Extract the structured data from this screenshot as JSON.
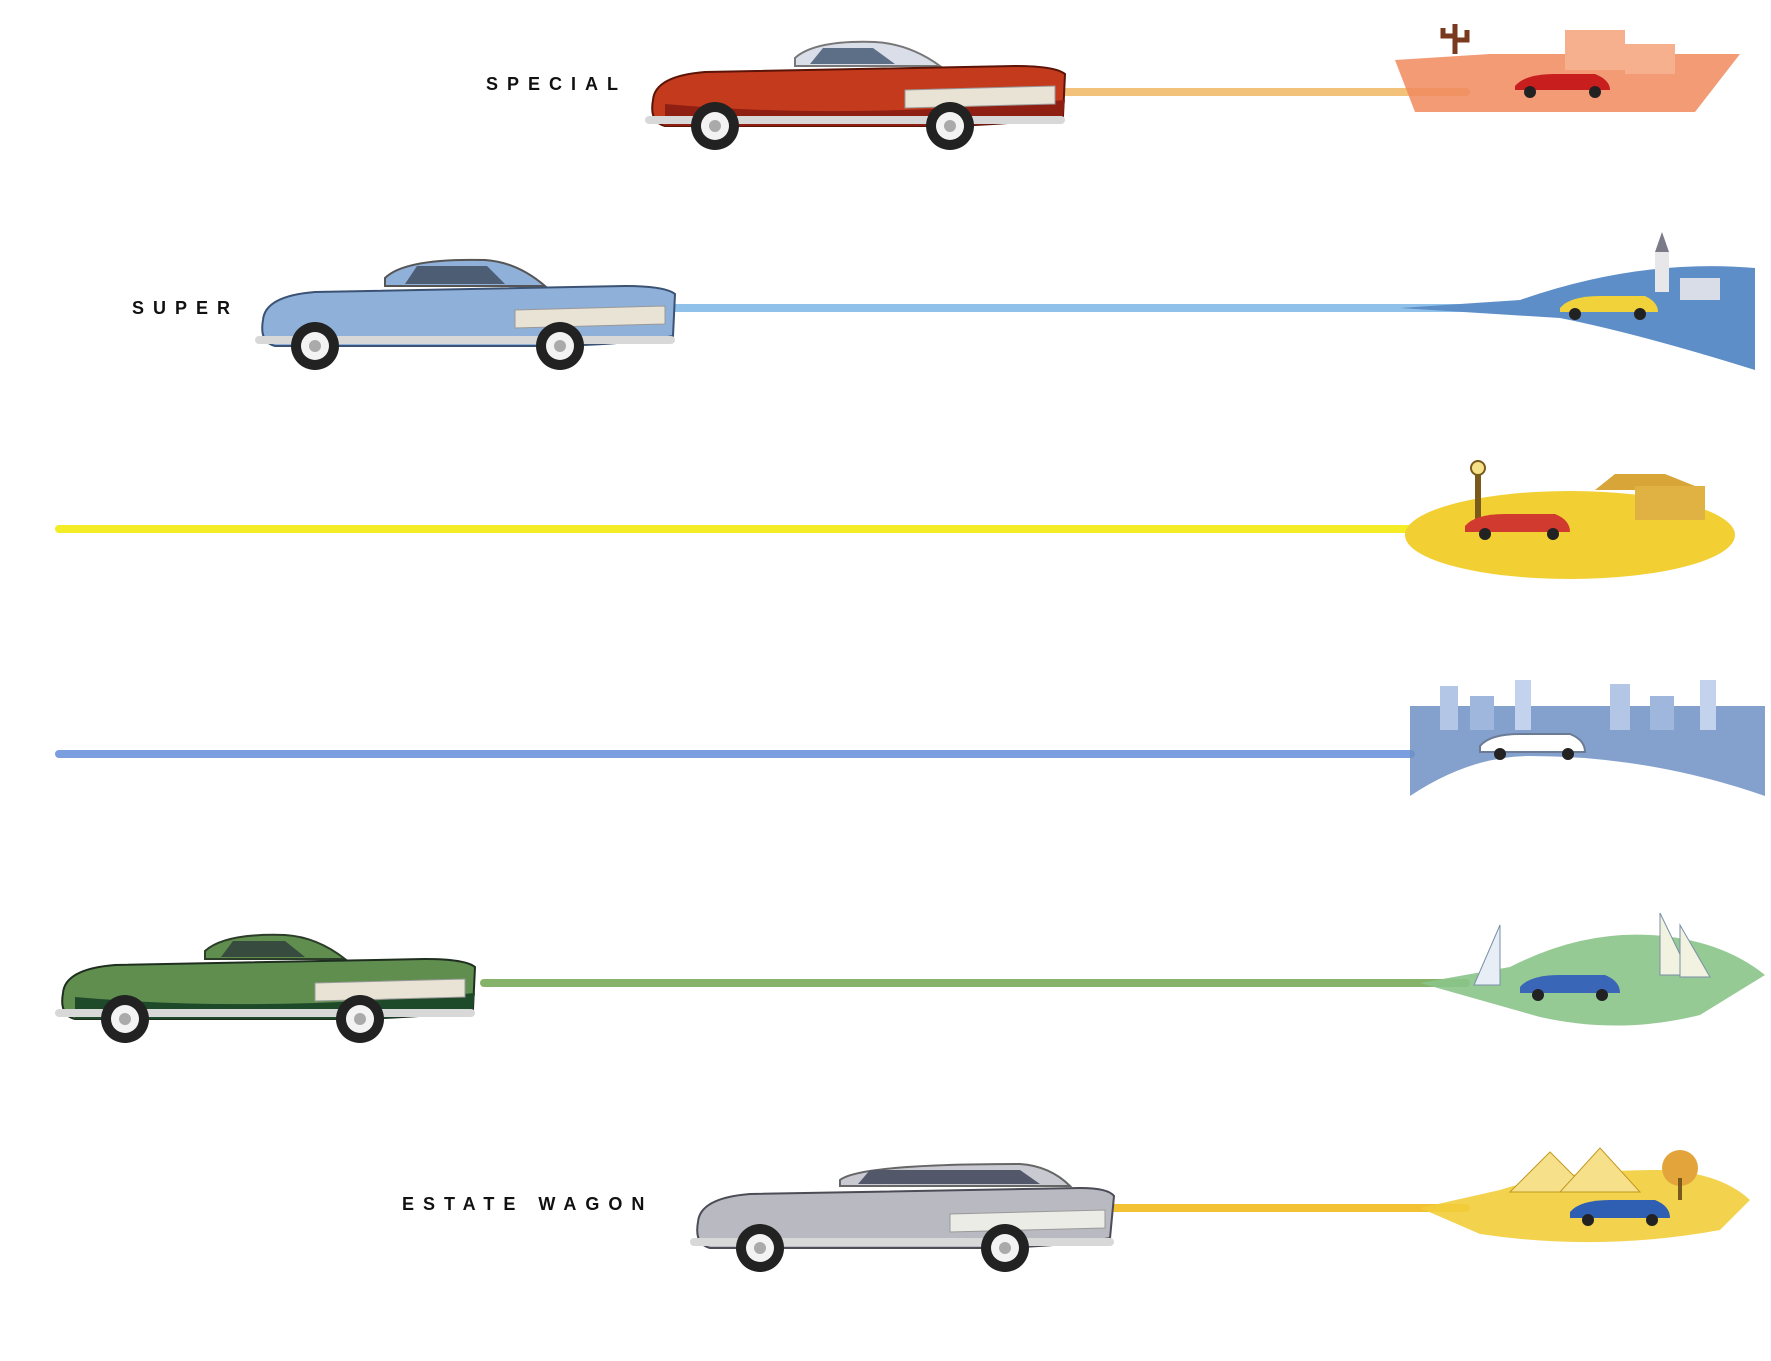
{
  "models": [
    {
      "id": "special",
      "label": "SPECIAL",
      "body": "sedan",
      "body_color": "#c43a1c",
      "body_color_dark": "#8e1f12",
      "roof_color": "#d9dee8",
      "line_color": "#f2c27a",
      "scene": "desert",
      "scene_bg": "#f08a5d",
      "scene_car": "#c81e1e"
    },
    {
      "id": "super",
      "label": "SUPER",
      "body": "sedan",
      "body_color": "#8fb0d8",
      "body_color_dark": "#6f8fbd",
      "roof_color": "#8fb0d8",
      "line_color": "#8fc1ea",
      "scene": "village",
      "scene_bg": "#5d8ec8",
      "scene_car": "#f2d23a"
    },
    {
      "id": "row3",
      "label": "",
      "body": "none",
      "line_color": "#f4ec24",
      "scene": "waterfront",
      "scene_bg": "#f2cf33",
      "scene_car": "#d13a2e"
    },
    {
      "id": "row4",
      "label": "",
      "body": "none",
      "line_color": "#7a9ee0",
      "scene": "city",
      "scene_bg": "#6f8fc4",
      "scene_car": "#ffffff"
    },
    {
      "id": "row5",
      "label": "",
      "body": "sedan",
      "body_color": "#5f8e4f",
      "body_color_dark": "#1f4a2a",
      "roof_color": "#5f8e4f",
      "line_color": "#86b36a",
      "scene": "sailboats",
      "scene_bg": "#8bc48a",
      "scene_car": "#3a66b8"
    },
    {
      "id": "estate",
      "label": "ESTATE WAGON",
      "body": "wagon",
      "body_color": "#b9b9c2",
      "body_color_dark": "#8f8f9a",
      "roof_color": "#c9c9d2",
      "line_color": "#f2c234",
      "scene": "fair",
      "scene_bg": "#f2cd3a",
      "scene_car": "#2f5fb3"
    }
  ]
}
